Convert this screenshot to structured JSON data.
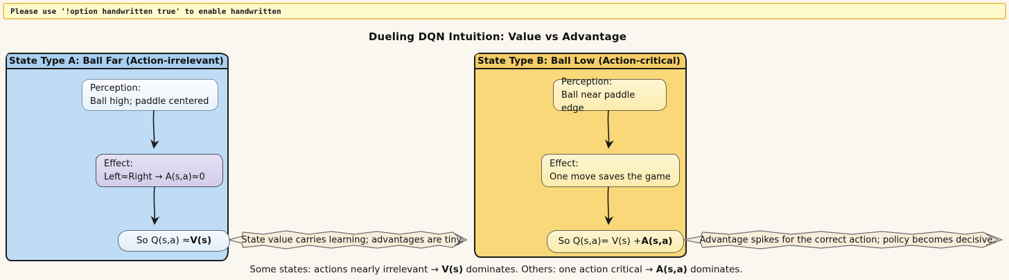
{
  "banner": {
    "text": "Please use '!option handwritten true' to enable handwritten"
  },
  "title": "Dueling DQN Intuition: Value vs Advantage",
  "panels": {
    "a": {
      "header": "State Type A: Ball Far (Action-irrelevant)",
      "perception": {
        "line1": "Perception:",
        "line2": "Ball high; paddle centered"
      },
      "effect": {
        "line1": "Effect:",
        "line2": "Left≈Right → A(s,a)≈0"
      },
      "conclusion": {
        "prefix": "So Q(s,a) ≈ ",
        "bold": "V(s)"
      },
      "callout": "State value carries learning; advantages are tiny."
    },
    "b": {
      "header": "State Type B: Ball Low (Action-critical)",
      "perception": {
        "line1": "Perception:",
        "line2": "Ball near paddle edge"
      },
      "effect": {
        "line1": "Effect:",
        "line2": "One move saves the game"
      },
      "conclusion": {
        "prefix": "So Q(s,a)= V(s) + ",
        "bold": "A(s,a)"
      },
      "callout": "Advantage spikes for the correct action; policy becomes decisive."
    }
  },
  "caption": {
    "part1": "Some states: actions nearly irrelevant → ",
    "bold1": "V(s)",
    "part2": " dominates. Others: one action critical → ",
    "bold2": "A(s,a)",
    "part3": " dominates."
  },
  "colors": {
    "page_background": "#faf7f0",
    "banner_background": "#fffacd",
    "banner_border": "#eec95e",
    "panel_a_fill": "#bedcf5",
    "panel_a_header_fill": "#a8cff0",
    "panel_b_fill": "#f9d879",
    "panel_b_header_fill": "#f4cd67",
    "effect_a_fill": "#d7d3ef",
    "node_b_fill": "#fcefbd",
    "callout_fill": "#f8ecdb",
    "stroke": "#1c1c1c"
  }
}
